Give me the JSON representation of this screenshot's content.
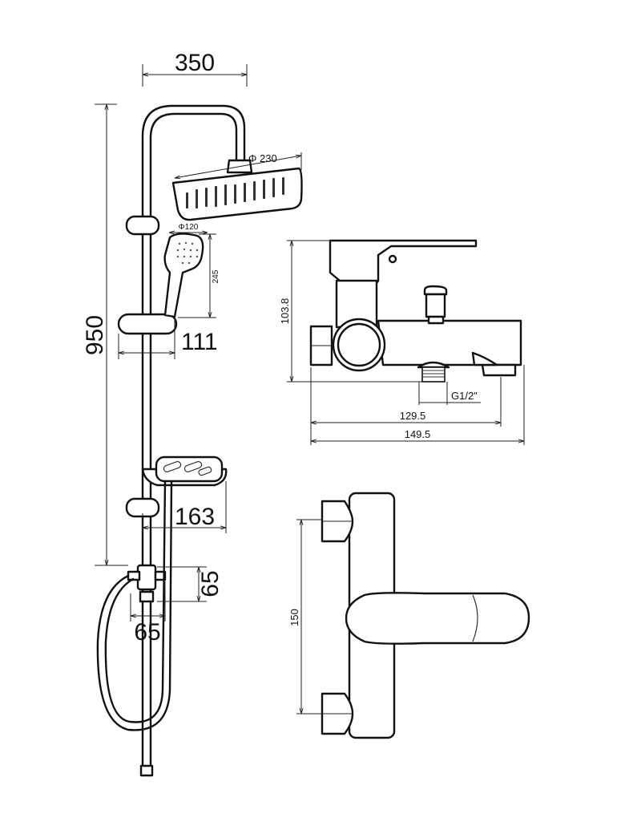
{
  "title": "Shower set and bath mixer dimension drawing",
  "shower_column": {
    "width_label": "350",
    "head_diameter_label": "Φ 230",
    "hand_shower_diameter_label": "Φ120",
    "hand_shower_length_label": "245",
    "height_label": "950",
    "holder_offset_label": "111",
    "soap_dish_offset_label": "163",
    "outlet_height_label": "65",
    "outlet_width_label": "65"
  },
  "mixer_side_view": {
    "height_label": "103.8",
    "thread_label": "G1/2\"",
    "spout_length_label": "129.5",
    "total_length_label": "149.5"
  },
  "mixer_top_view": {
    "center_distance_label": "150"
  }
}
